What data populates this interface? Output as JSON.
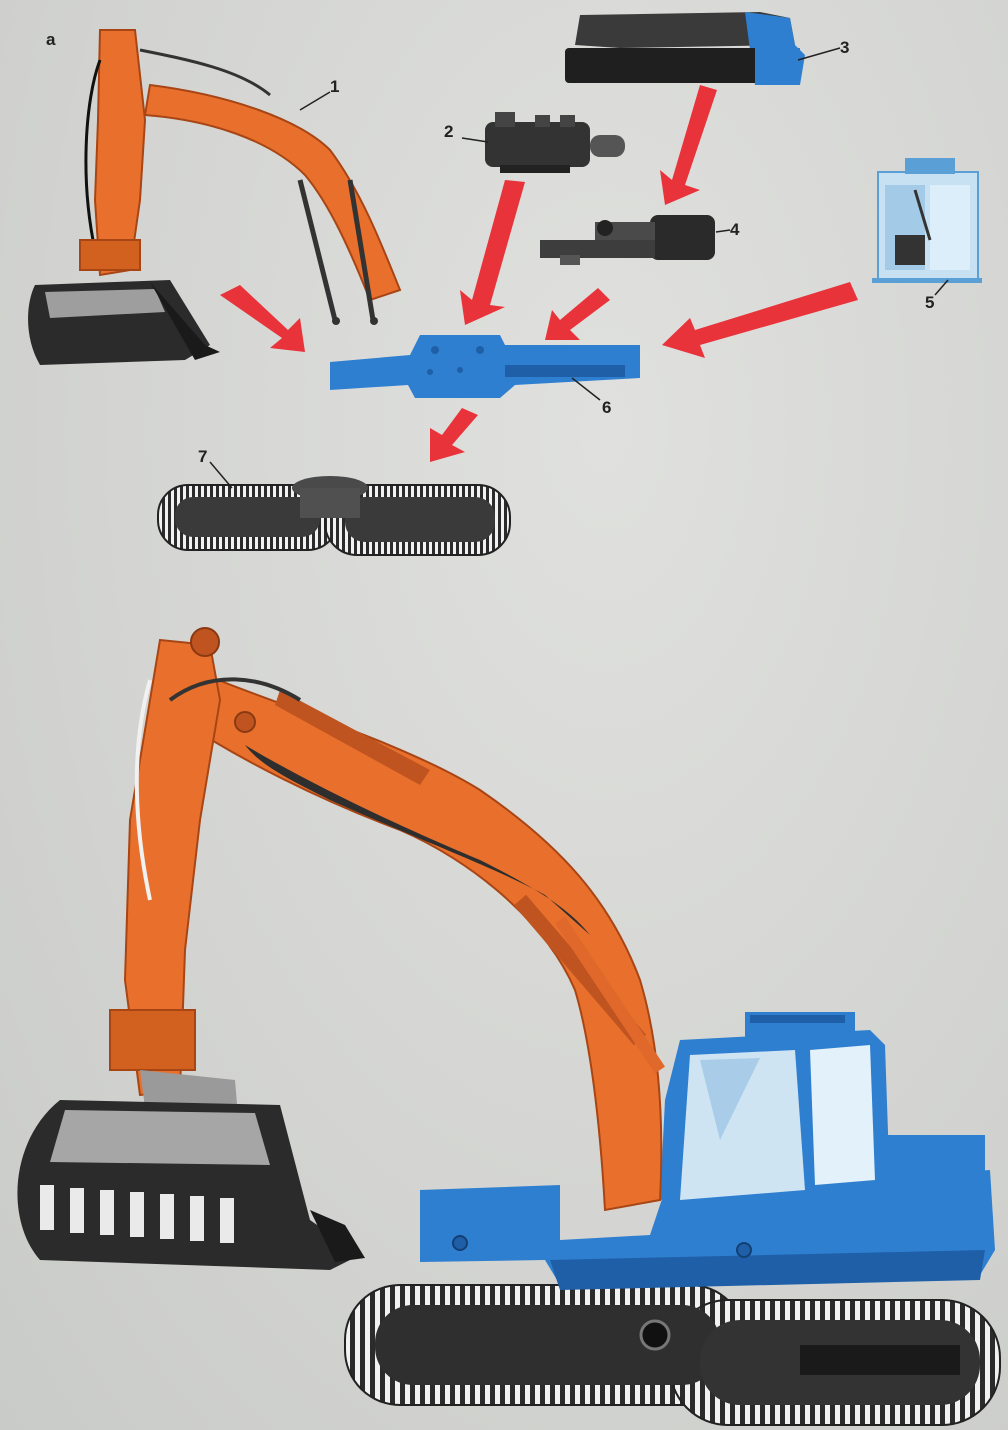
{
  "figure": {
    "panel_label": "а",
    "callouts": [
      "1",
      "2",
      "3",
      "4",
      "5",
      "6",
      "7"
    ],
    "colors": {
      "boom": "#e8702c",
      "boom_dark": "#b84d17",
      "platform": "#2f7fd1",
      "platform_dark": "#1e5fa8",
      "arrow": "#e8333a",
      "track": "#3a3a3a",
      "cab_light": "#b9d7ee"
    },
    "icons": [
      "arrow-icon"
    ]
  }
}
